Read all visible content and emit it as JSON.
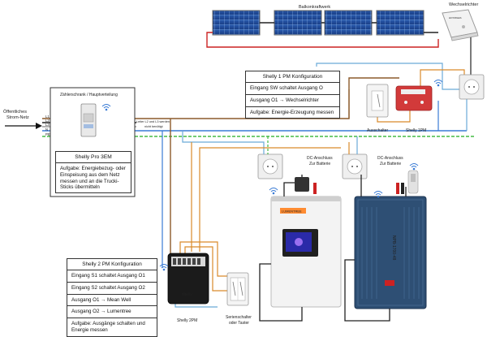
{
  "labels": {
    "balcony": "Balkonkraftwerk",
    "inverter": "Wechselrichter",
    "inverter_brand": "HOYMILES",
    "grid": "Öffentliches\nStrom-Netz",
    "meter_cabinet": "Zählerschrank / Hauptverteilung",
    "phase_l1": "L1",
    "phase_l2": "L2",
    "phase_l3": "L3",
    "neutral": "N",
    "pe": "PE",
    "not_needed": "Leiter L2 und L3 werden\nnicht benötigt",
    "switch_off": "Ausschalter",
    "shelly_1pm": "Shelly 1PM",
    "shelly_2pm": "Shelly 2PM",
    "series_switch": "Serienschalter\noder Taster",
    "dc_left": "DC-Anschluss\nZur Batterie",
    "dc_right": "DC-Anschluss\nZur Batterie",
    "meanwell_model": "NPB-1700-48",
    "lumen_brand": "LUMENTREE"
  },
  "pro3em": {
    "title": "Shelly Pro 3EM",
    "task": "Aufgabe: Energiebezug- oder Einspeisung aus dem Netz messen und an die Trucki-Sticks übermitteln"
  },
  "cfg1pm": {
    "title": "Shelly 1 PM Konfiguration",
    "rows": [
      "Eingang SW schaltet Ausgang O",
      "Ausgang O1 → Wechselrichter",
      "Aufgabe: Energie-Erzeugung messen"
    ]
  },
  "cfg2pm": {
    "title": "Shelly 2 PM Konfiguration",
    "rows": [
      "Eingang S1 schaltet Ausgang O1",
      "Eingang S2 schaltet Ausgang O2",
      "Ausgang O1 → Mean Well",
      "Ausgang O2 → Lumentree",
      "Aufgabe: Ausgänge schalten und Energie messen"
    ]
  },
  "colors": {
    "phase_brown": "#8b5a2b",
    "phase_black": "#222222",
    "phase_grey": "#9a9a9a",
    "neutral_blue": "#3a7bd5",
    "pe_green": "#44bb44",
    "dc_red": "#cc2222",
    "cable_orange": "#d98a2b",
    "cable_blue": "#6aaad8"
  }
}
